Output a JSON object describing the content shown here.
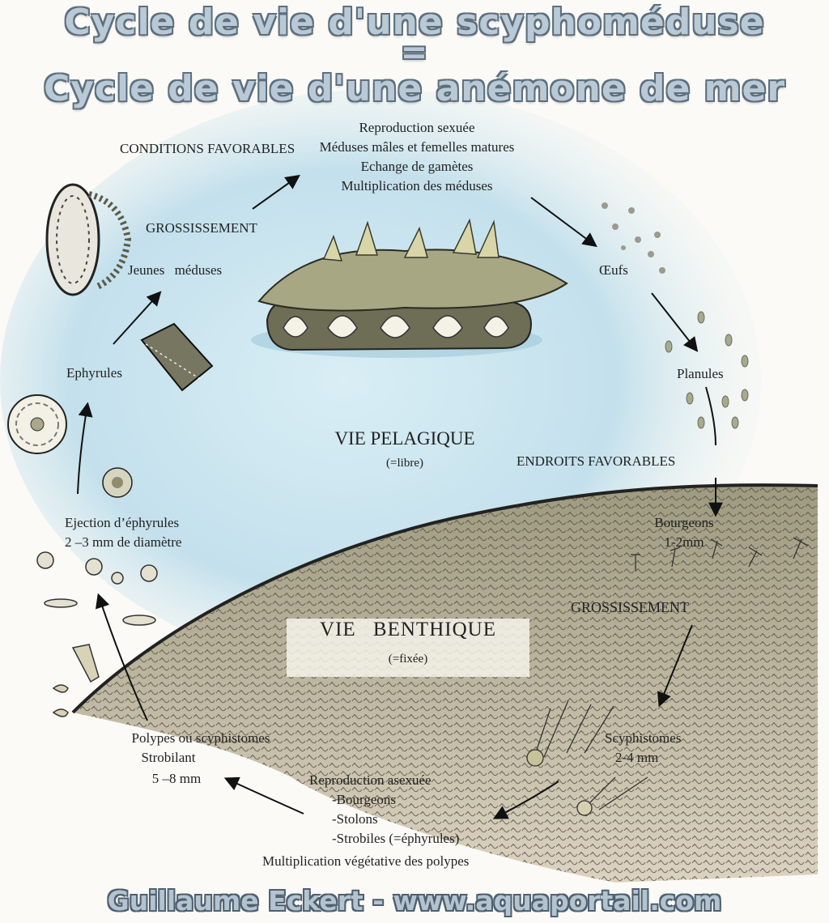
{
  "title": {
    "line1": "Cycle de vie d'une scyphoméduse",
    "line2": "=",
    "line3": "Cycle de vie d'une anémone de mer"
  },
  "labels": {
    "conditions_favorables": "CONDITIONS FAVORABLES",
    "reproduction_sexuee": "Reproduction sexuée",
    "meduses_matures": "Méduses mâles et femelles matures",
    "echange_gametes": "Echange de gamètes",
    "multiplication_meduses": "Multiplication des méduses",
    "grossissement_top": "GROSSISSEMENT",
    "jeunes_meduses": "Jeunes méduses",
    "oeufs": "Œufs",
    "planules": "Planules",
    "ephyrules": "Ephyrules",
    "vie_pelagique": "VIE PELAGIQUE",
    "libre": "(=libre)",
    "endroits_favorables": "ENDROITS FAVORABLES",
    "ejection_1": "Ejection d’éphyrules",
    "ejection_2": "2 –3 mm de diamètre",
    "bourgeons_1": "Bourgeons",
    "bourgeons_2": "1-2mm",
    "grossissement_bottom": "GROSSISSEMENT",
    "vie_benthique": "VIE BENTHIQUE",
    "fixee": "(=fixée)",
    "polypes_1": "Polypes ou scyphistomes",
    "polypes_2": "Strobilant",
    "polypes_3": "5 –8 mm",
    "scyphistomes_1": "Scyphistomes",
    "scyphistomes_2": "2-4 mm",
    "reproduction_asexuee": "Reproduction asexuée",
    "asexuee_items": [
      "-Bourgeons",
      "-Stolons",
      "-Strobiles (=éphyrules)"
    ],
    "multiplication_polypes": "Multiplication végétative des polypes"
  },
  "footer": "Guillaume Eckert - www.aquaportail.com",
  "colors": {
    "water": "#bcdcea",
    "seabed": "#b8b49a",
    "seabed_dark": "#3e3e32",
    "jellyfish": "#8a8a6a",
    "title_fill": "#b9c9d6"
  }
}
